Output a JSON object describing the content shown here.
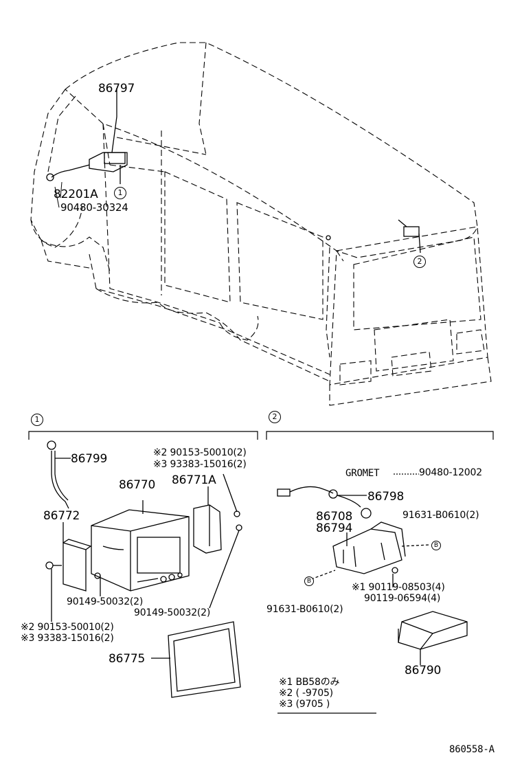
{
  "callouts": {
    "c1": "1",
    "c2": "2",
    "b": "B"
  },
  "overview": {
    "p86797": "86797",
    "p82201A": "82201A",
    "p90480_30324": "90480-30324"
  },
  "detail1": {
    "p86799": "86799",
    "p86770": "86770",
    "p86771A": "86771A",
    "p86772": "86772",
    "note2_top": "※2 90153-50010(2)",
    "note3_top": "※3 93383-15016(2)",
    "p90149_left": "90149-50032(2)",
    "p90149_right": "90149-50032(2)",
    "note2_bottom": "※2 90153-50010(2)",
    "note3_bottom": "※3 93383-15016(2)",
    "p86775": "86775"
  },
  "detail2": {
    "gromet_label": "GROMET",
    "gromet_part": "90480-12002",
    "p86798": "86798",
    "p86708": "86708",
    "p86794": "86794",
    "p91631_right": "91631-B0610(2)",
    "p90119_a": "※1 90119-08503(4)",
    "p90119_b": "90119-06594(4)",
    "p91631_left": "91631-B0610(2)",
    "p86790": "86790"
  },
  "notes": {
    "n1": "※1 BB58のみ",
    "n2": "※2 (       -9705)",
    "n3": "※3 (9705         )"
  },
  "figure_id": "860558-A"
}
